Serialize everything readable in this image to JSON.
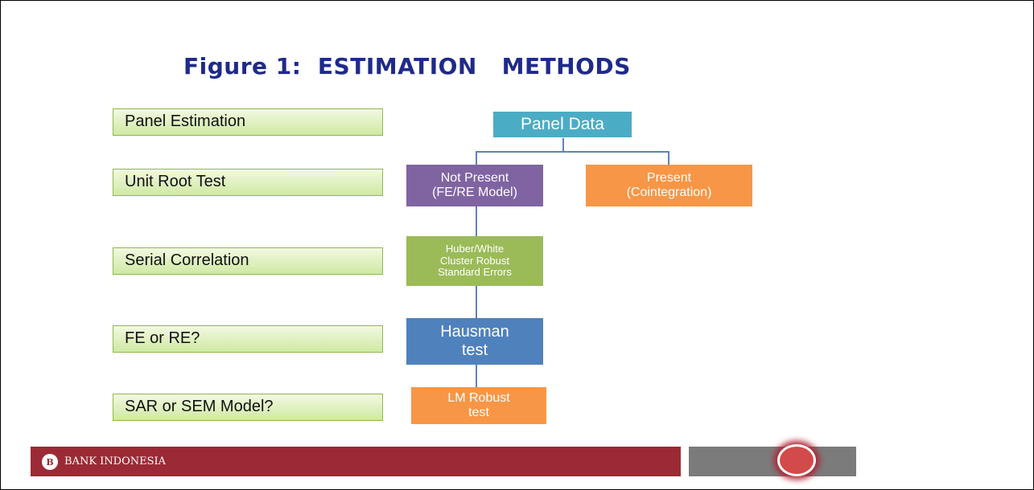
{
  "title": "Figure 1:  ESTIMATION   METHODS",
  "left_labels": [
    "Panel Estimation",
    "Unit Root Test",
    "Serial Correlation",
    "FE or RE?",
    "SAR or SEM Model?"
  ],
  "nodes": {
    "panel_data": "Panel Data",
    "not_present_line1": "Not Present",
    "not_present_line2": "(FE/RE Model)",
    "present_line1": "Present",
    "present_line2": "(Cointegration)",
    "huber_line1": "Huber/White",
    "huber_line2": "Cluster Robust",
    "huber_line3": "Standard Errors",
    "hausman_line1": "Hausman",
    "hausman_line2": "test",
    "lm_line1": "LM Robust",
    "lm_line2": "test"
  },
  "footer": {
    "logo_mark": "B",
    "logo_text": "BANK INDONESIA"
  },
  "colors": {
    "title": "#1f2a8a",
    "panel_data": "#4bacc6",
    "not_present": "#8064a2",
    "present": "#f79646",
    "huber": "#9bbb59",
    "hausman": "#4f81bd",
    "lm_robust": "#f79646",
    "footer": "#9b2a34"
  }
}
